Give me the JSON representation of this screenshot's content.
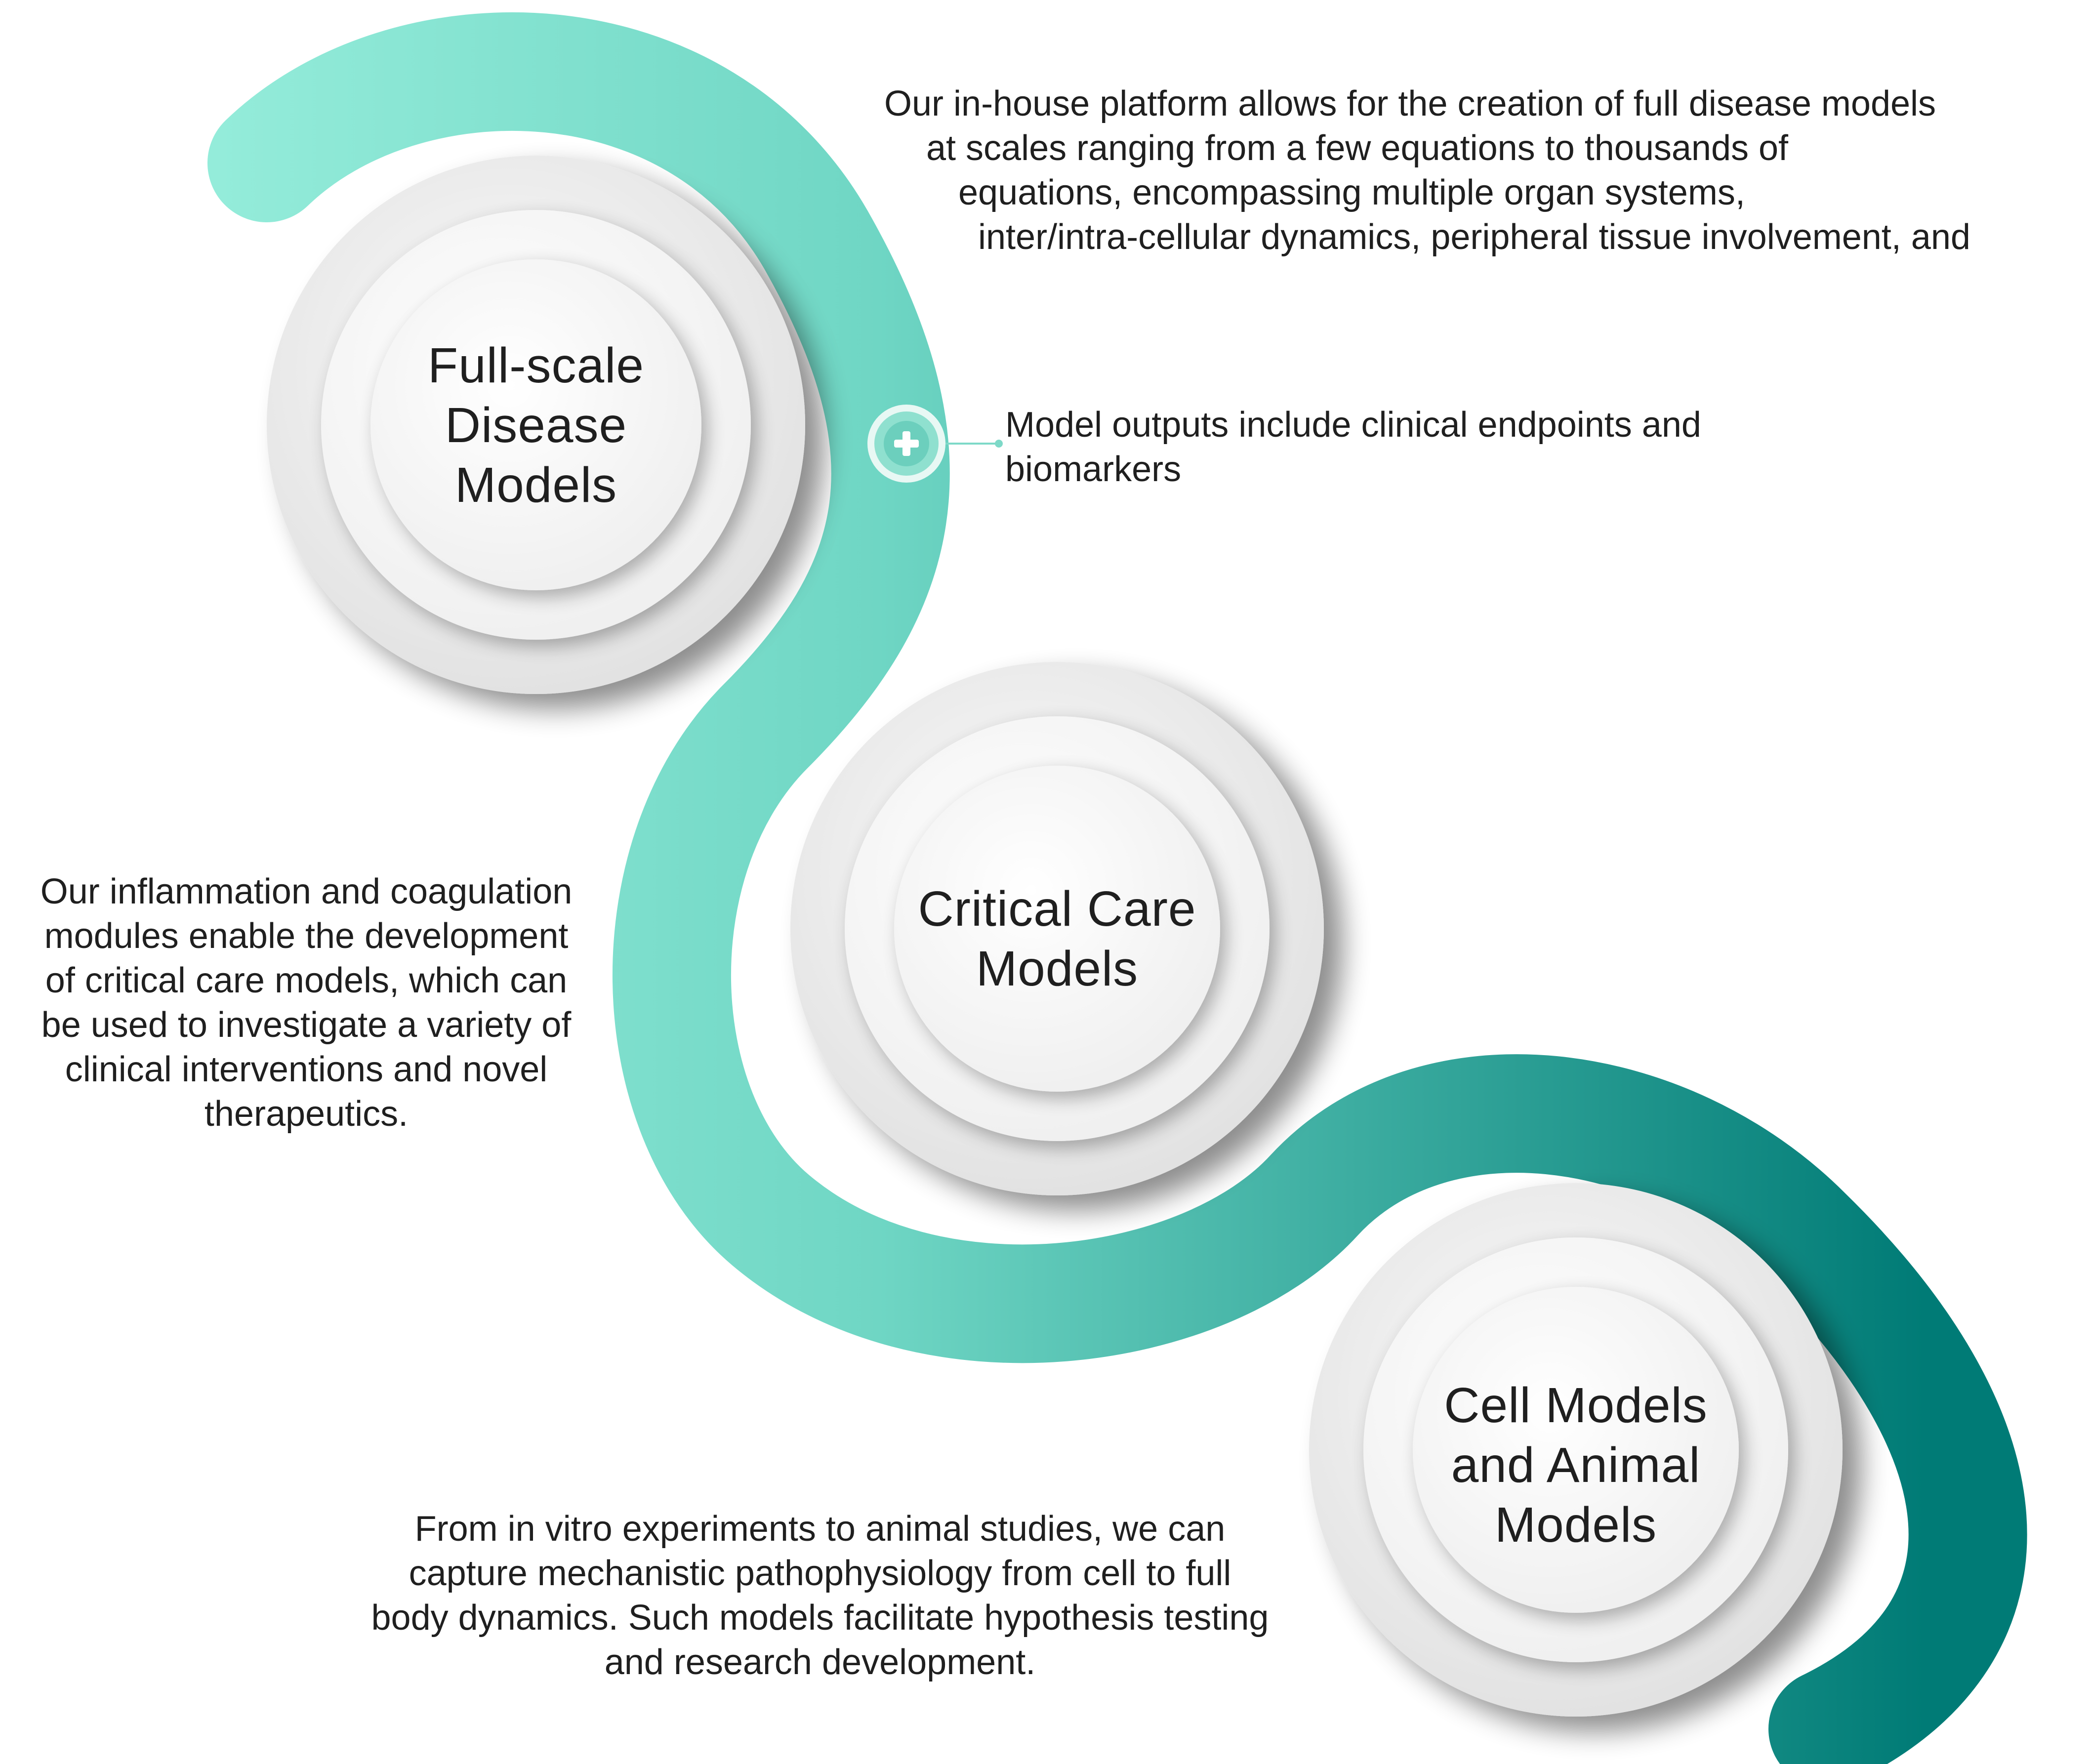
{
  "colors": {
    "ribbon_light": "#a0f3e1",
    "ribbon_mid": "#6fd6c4",
    "ribbon_dark": "#007b76",
    "circle_outer": "#e6e6e6",
    "circle_inner": "#f2f2f2",
    "text": "#1f1f1f"
  },
  "nodes": [
    {
      "id": "full-scale",
      "title_lines": [
        "Full-scale",
        "Disease",
        "Models"
      ]
    },
    {
      "id": "critical-care",
      "title_lines": [
        "Critical Care",
        "Models"
      ]
    },
    {
      "id": "cell-animal",
      "title_lines": [
        "Cell Models",
        "and Animal",
        "Models"
      ]
    }
  ],
  "descriptions": {
    "platform": [
      "Our in-house platform allows for the creation of full disease models",
      "at scales ranging from a few equations to thousands of",
      "equations, encompassing multiple organ systems,",
      "inter/intra-cellular dynamics, peripheral tissue involvement, and"
    ],
    "outputs": [
      "Model outputs include clinical endpoints and",
      "biomarkers"
    ],
    "critical_care": [
      "Our inflammation and coagulation",
      "modules enable the development",
      "of critical care models, which can",
      "be used to investigate a variety of",
      "clinical interventions and novel",
      "therapeutics."
    ],
    "cell_animal": [
      "From in vitro experiments to animal studies, we can",
      "capture mechanistic pathophysiology from cell to full",
      "body dynamics. Such models facilitate hypothesis testing",
      "and research development."
    ]
  },
  "icons": {
    "plus_badge": "plus-icon"
  }
}
